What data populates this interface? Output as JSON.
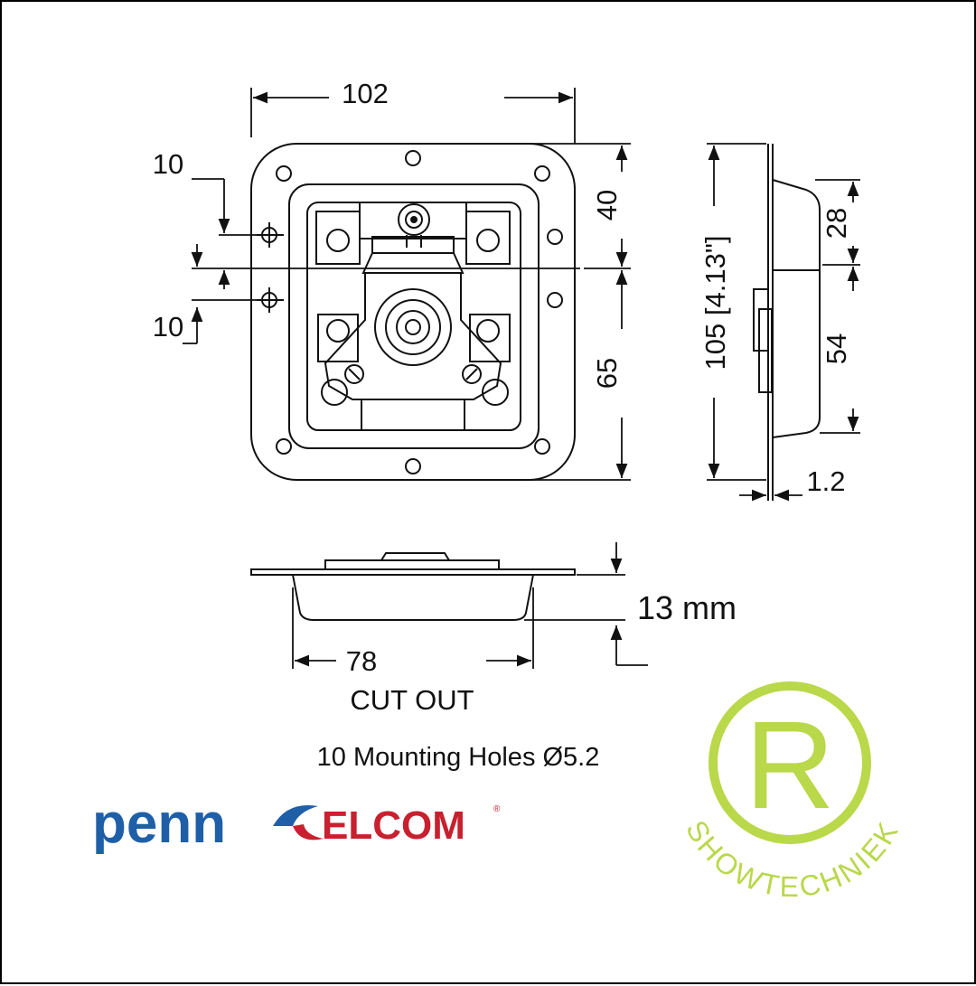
{
  "dimensions": {
    "width_top": "102",
    "offset_top": "10",
    "offset_bottom": "10",
    "upper_height": "40",
    "lower_height": "65",
    "total_height": "105 [4.13\"]",
    "side_top": "28",
    "side_bottom": "54",
    "thickness": "1.2",
    "depth": "13 mm",
    "cutout_width": "78"
  },
  "captions": {
    "cutout": "CUT OUT",
    "holes": "10 Mounting Holes Ø5.2"
  },
  "logos": {
    "penn_text": "penn",
    "elcom_text": "ELCOM",
    "showtechniek_letter": "R",
    "showtechniek_text": "SHOWTECHNIEK"
  },
  "colors": {
    "line": "#111111",
    "penn_blue": "#1f5fa8",
    "elcom_red": "#c8202f",
    "showtechniek_green": "#b9d84a"
  }
}
